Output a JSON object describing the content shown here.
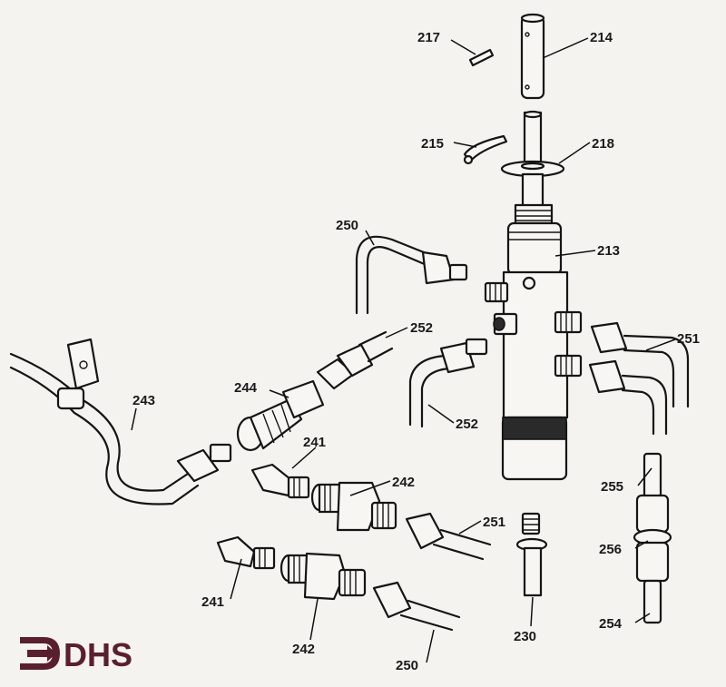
{
  "logo": {
    "text": "DHS",
    "color": "#5a1f2e"
  },
  "callouts": {
    "p217": "217",
    "p214": "214",
    "p215": "215",
    "p218": "218",
    "p250_top": "250",
    "p213": "213",
    "p252_upper": "252",
    "p251_right": "251",
    "p244": "244",
    "p243": "243",
    "p252_lower": "252",
    "p241_upper": "241",
    "p242_upper": "242",
    "p255": "255",
    "p251_lower": "251",
    "p256": "256",
    "p241_lower": "241",
    "p242_lower": "242",
    "p230": "230",
    "p254": "254",
    "p250_bottom": "250"
  }
}
